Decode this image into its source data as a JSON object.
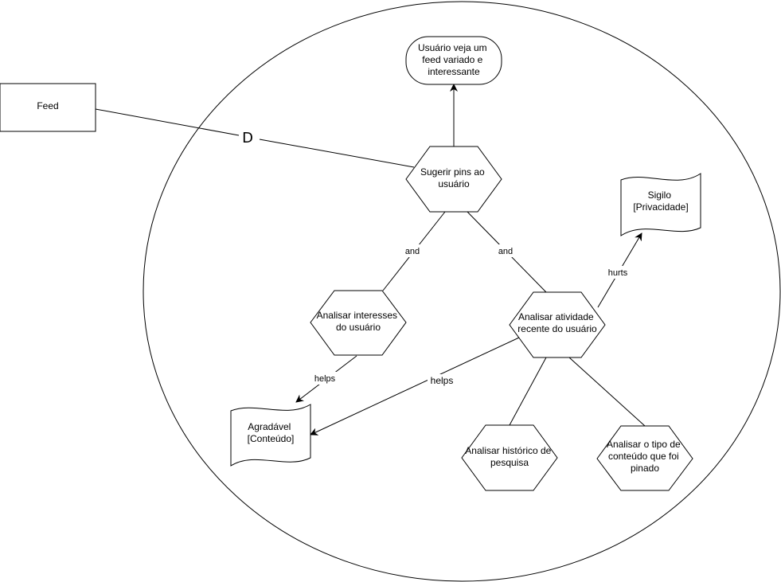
{
  "actor": {
    "label": "Feed"
  },
  "dependency": {
    "label": "D"
  },
  "nodes": {
    "softgoal_feed": {
      "lines": [
        "Usuário veja um",
        "feed variado e",
        "interessante"
      ]
    },
    "task_sugerir": {
      "lines": [
        "Sugerir pins ao",
        "usuário"
      ]
    },
    "task_interesses": {
      "lines": [
        "Analisar interesses",
        "do usuário"
      ]
    },
    "task_atividade": {
      "lines": [
        "Analisar atividade",
        "recente do usuário"
      ]
    },
    "task_historico": {
      "lines": [
        "Analisar histórico de",
        "pesquisa"
      ]
    },
    "task_tipo": {
      "lines": [
        "Analisar o tipo de",
        "conteúdo que foi",
        "pinado"
      ]
    },
    "quality_sigilo": {
      "lines": [
        "Sigilo",
        "[Privacidade]"
      ]
    },
    "quality_agradavel": {
      "lines": [
        "Agradável",
        "[Conteúdo]"
      ]
    }
  },
  "edge_labels": {
    "and_left": "and",
    "and_right": "and",
    "hurts": "hurts",
    "helps_interesses": "helps",
    "helps_atividade": "helps"
  }
}
